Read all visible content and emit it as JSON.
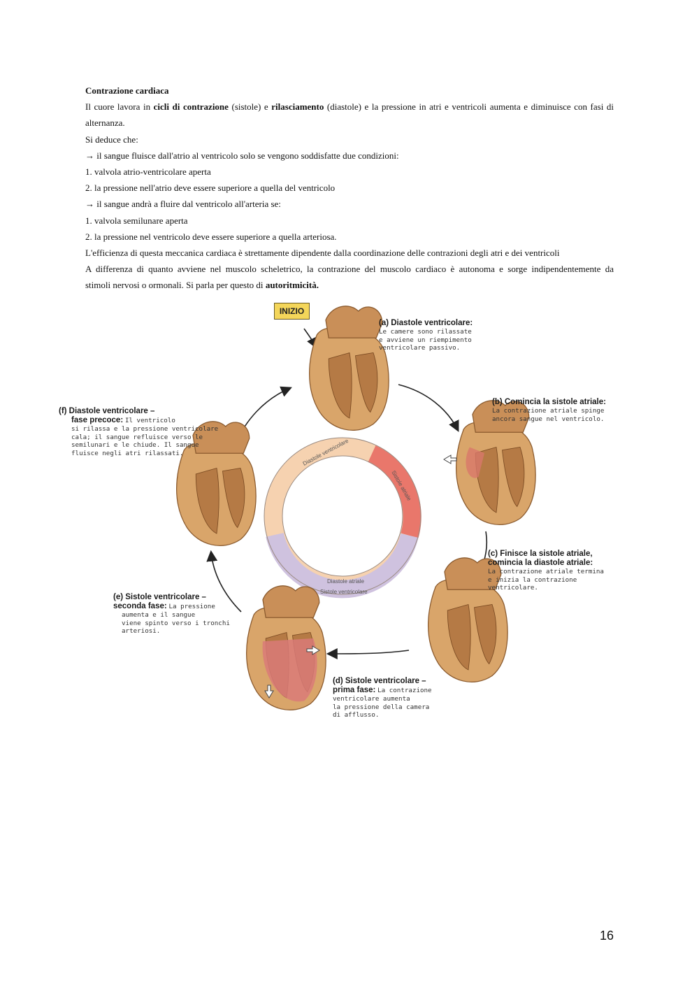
{
  "section_title": "Contrazione cardiaca",
  "paragraph1": {
    "pre": "Il cuore lavora in ",
    "bold1": "cicli di contrazione",
    "mid1": " (sistole) e ",
    "bold2": "rilasciamento",
    "post_line1": " (diastole) e la pressione in atri e ventricoli aumenta e diminuisce con fasi di",
    "line2": "alternanza."
  },
  "lines": [
    "Si deduce che:",
    "→ il sangue fluisce dall'atrio al ventricolo solo se vengono soddisfatte due condizioni:",
    "1. valvola atrio-ventricolare aperta",
    "2. la pressione nell'atrio deve essere superiore a quella del ventricolo",
    "→ il sangue andrà a fluire dal ventricolo all'arteria se:",
    "1. valvola semilunare aperta",
    "2. la pressione nel ventricolo deve essere superiore a quella arteriosa.",
    "L'efficienza di questa meccanica cardiaca è strettamente dipendente dalla coordinazione delle contrazioni degli atri e dei ventricoli"
  ],
  "paragraph_last": {
    "line1": "A differenza di quanto avviene nel muscolo scheletrico, la contrazione del muscolo cardiaco è autonoma e sorge indipendentemente da",
    "line2_pre": "stimoli nervosi o ormonali. Si parla per questo di ",
    "line2_bold": "autoritmicità."
  },
  "figure": {
    "start_label": "INIZIO",
    "ring_labels": {
      "diastole_ventricolare": "Diastole ventricolare",
      "sistole_atriale": "Sistole atriale",
      "diastole_atriale": "Diastole atriale",
      "sistole_ventricolare": "Sistole ventricolare"
    },
    "captions": {
      "a": {
        "heading": "(a) Diastole ventricolare:",
        "lines": [
          "Le camere sono rilassate",
          "e avviene un riempimento",
          "ventricolare passivo."
        ]
      },
      "b": {
        "heading": "(b) Comincia la sistole atriale:",
        "lines": [
          "La contrazione atriale spinge",
          "ancora sangue nel ventricolo."
        ]
      },
      "c": {
        "heading_lines": [
          "(c) Finisce la sistole atriale,",
          "comincia la diastole atriale:"
        ],
        "lines": [
          "La contrazione atriale termina",
          "e inizia la contrazione",
          "ventricolare."
        ]
      },
      "d": {
        "heading_lines": [
          "(d) Sistole ventricolare –",
          "prima fase:"
        ],
        "inline": "La contrazione",
        "lines": [
          "ventricolare aumenta",
          "la pressione della camera",
          "di afflusso."
        ]
      },
      "e": {
        "heading_lines": [
          "(e) Sistole ventricolare –",
          "seconda fase:"
        ],
        "inline": "La pressione",
        "lines": [
          "aumenta e il sangue",
          "viene spinto verso i tronchi",
          "arteriosi."
        ]
      },
      "f": {
        "heading_lines": [
          "(f) Diastole ventricolare –",
          "fase precoce:"
        ],
        "inline": "Il ventricolo",
        "lines": [
          "si rilassa e la pressione ventricolare",
          "cala; il sangue refluisce verso le",
          "semilunari e le chiude. Il sangue",
          "fluisce negli atri rilassati."
        ]
      }
    },
    "colors": {
      "diastole_ring": "#f6d2b0",
      "sistole_atriale_ring": "#e9776b",
      "sistole_ventricolare_ring": "#cfc2df",
      "heart": "#d9a56a",
      "heart_dark": "#b57a45",
      "atrium_contract": "#d8786a",
      "ventricle_contract": "#d97a78",
      "start_box": "#f4d65a"
    }
  },
  "page_number": "16"
}
